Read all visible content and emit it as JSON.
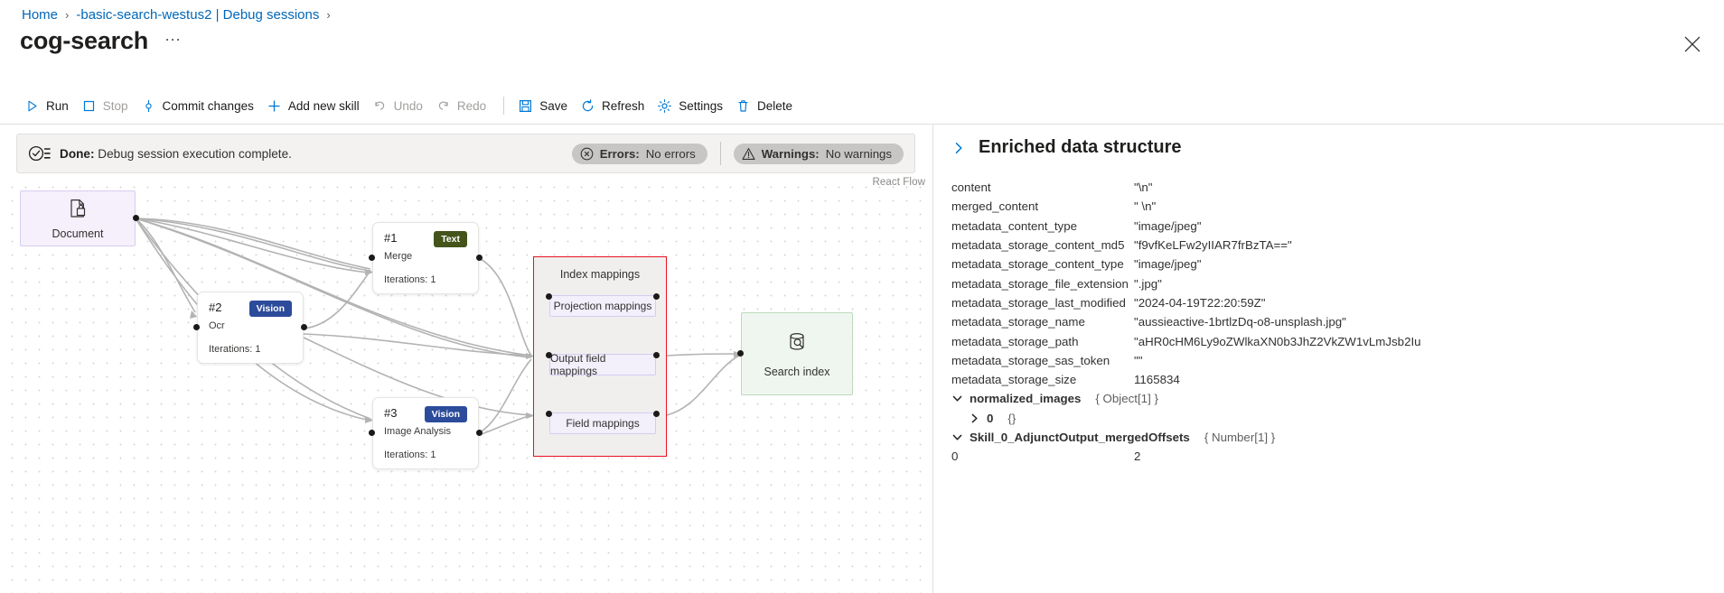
{
  "breadcrumb": {
    "items": [
      {
        "label": "Home"
      },
      {
        "label": "-basic-search-westus2 | Debug sessions"
      }
    ],
    "separator": "›"
  },
  "header": {
    "title": "cog-search",
    "more_label": "⋯",
    "close_label": "Close"
  },
  "toolbar": {
    "items": [
      {
        "label": "Run",
        "icon": "play-icon",
        "disabled": false
      },
      {
        "label": "Stop",
        "icon": "stop-icon",
        "disabled": true
      },
      {
        "label": "Commit changes",
        "icon": "commit-icon",
        "disabled": false
      },
      {
        "label": "Add new skill",
        "icon": "plus-icon",
        "disabled": false
      },
      {
        "label": "Undo",
        "icon": "undo-icon",
        "disabled": true
      },
      {
        "label": "Redo",
        "icon": "redo-icon",
        "disabled": true
      },
      {
        "label": "Save",
        "icon": "save-icon",
        "disabled": false
      },
      {
        "label": "Refresh",
        "icon": "refresh-icon",
        "disabled": false
      },
      {
        "label": "Settings",
        "icon": "gear-icon",
        "disabled": false
      },
      {
        "label": "Delete",
        "icon": "trash-icon",
        "disabled": false
      }
    ]
  },
  "status": {
    "state_label": "Done:",
    "message": "Debug session execution complete.",
    "errors": {
      "label": "Errors:",
      "value": "No errors"
    },
    "warnings": {
      "label": "Warnings:",
      "value": "No warnings"
    }
  },
  "canvas": {
    "watermark": "React Flow",
    "document_node": {
      "label": "Document"
    },
    "skills": [
      {
        "num": "#1",
        "name": "Merge",
        "badge": "Text",
        "iterations": "Iterations: 1"
      },
      {
        "num": "#2",
        "name": "Ocr",
        "badge": "Vision",
        "iterations": "Iterations: 1"
      },
      {
        "num": "#3",
        "name": "Image Analysis",
        "badge": "Vision",
        "iterations": "Iterations: 1"
      }
    ],
    "index_group": {
      "title": "Index mappings",
      "chips": [
        {
          "label": "Projection mappings"
        },
        {
          "label": "Output field mappings"
        },
        {
          "label": "Field mappings"
        }
      ]
    },
    "search_index_node": {
      "label": "Search index"
    }
  },
  "enriched": {
    "title": "Enriched data structure",
    "rows": [
      {
        "key": "content",
        "value": "\"\\n\"",
        "kind": "leaf"
      },
      {
        "key": "merged_content",
        "value": "\" \\n\"",
        "kind": "leaf"
      },
      {
        "key": "metadata_content_type",
        "value": "\"image/jpeg\"",
        "kind": "leaf"
      },
      {
        "key": "metadata_storage_content_md5",
        "value": "\"f9vfKeLFw2yIIAR7frBzTA==\"",
        "kind": "leaf"
      },
      {
        "key": "metadata_storage_content_type",
        "value": "\"image/jpeg\"",
        "kind": "leaf"
      },
      {
        "key": "metadata_storage_file_extension",
        "value": "\".jpg\"",
        "kind": "leaf"
      },
      {
        "key": "metadata_storage_last_modified",
        "value": "\"2024-04-19T22:20:59Z\"",
        "kind": "leaf"
      },
      {
        "key": "metadata_storage_name",
        "value": "\"aussieactive-1brtlzDq-o8-unsplash.jpg\"",
        "kind": "leaf"
      },
      {
        "key": "metadata_storage_path",
        "value": "\"aHR0cHM6Ly9oZWlkaXN0b3JhZ2VkZW1vLmJsb2Iu",
        "kind": "leaf"
      },
      {
        "key": "metadata_storage_sas_token",
        "value": "\"\"",
        "kind": "leaf"
      },
      {
        "key": "metadata_storage_size",
        "value": "1165834",
        "kind": "leaf"
      },
      {
        "key": "normalized_images",
        "value": "",
        "type": "{ Object[1] }",
        "kind": "expanded"
      },
      {
        "key": "0",
        "value": "{}",
        "kind": "collapsed-child"
      },
      {
        "key": "Skill_0_AdjunctOutput_mergedOffsets",
        "value": "",
        "type": "{ Number[1] }",
        "kind": "expanded"
      },
      {
        "key": "0",
        "value": "2",
        "kind": "index-leaf"
      }
    ]
  },
  "colors": {
    "accent": "#0078d4",
    "link": "#0067b8",
    "error_border": "#e81123",
    "badge_text": "#44541a",
    "badge_vision": "#2c4b9b"
  }
}
